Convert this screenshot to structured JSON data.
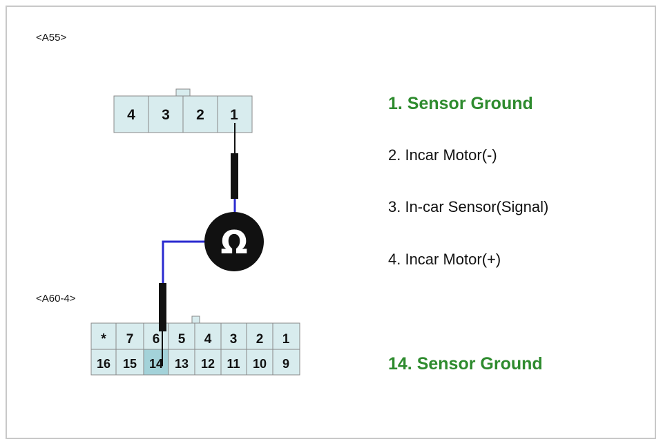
{
  "connectors": {
    "a55": {
      "label": "<A55>",
      "pins": [
        "4",
        "3",
        "2",
        "1"
      ]
    },
    "a60": {
      "label": "<A60-4>",
      "top_row": [
        "*",
        "7",
        "6",
        "5",
        "4",
        "3",
        "2",
        "1"
      ],
      "bottom_row": [
        "16",
        "15",
        "14",
        "13",
        "12",
        "11",
        "10",
        "9"
      ],
      "highlight_pin": "14"
    }
  },
  "meter_symbol": "Ω",
  "legend": {
    "item1": "1. Sensor Ground",
    "item2": "2. Incar Motor(-)",
    "item3": "3. In-car Sensor(Signal)",
    "item4": "4. Incar Motor(+)",
    "item14": "14. Sensor Ground"
  },
  "colors": {
    "connector_fill": "#d8ecee",
    "highlight_fill": "#a3d2d9",
    "wire_blue": "#2a2ad0",
    "probe_black": "#111111",
    "legend_green": "#2e8b2e"
  }
}
